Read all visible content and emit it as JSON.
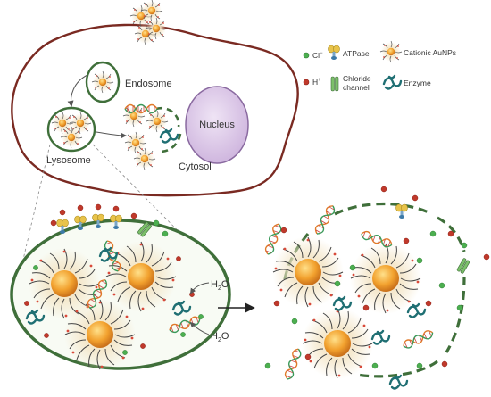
{
  "labels": {
    "endosome": "Endosome",
    "lysosome": "Lysosome",
    "nucleus": "Nucleus",
    "cytosol": "Cytosol",
    "h2o_top": "H",
    "h2o_sub": "2",
    "h2o_o": "O"
  },
  "legend": {
    "chloride_ion": "Cl",
    "chloride_ion_sup": "−",
    "proton": "H",
    "proton_sup": "+",
    "atpase": "ATPase",
    "chloride_channel_1": "Chloride",
    "chloride_channel_2": "channel",
    "cationic_aunps": "Cationic AuNPs",
    "enzyme": "Enzyme"
  },
  "colors": {
    "cell_membrane": "#7a2a22",
    "vesicle_membrane": "#3f6f3a",
    "nucleus_fill": "#d9c6e6",
    "nucleus_stroke": "#8a6aa0",
    "gold_core": "#f2a12e",
    "chloride_dot": "#4caf50",
    "proton_dot": "#c0392b",
    "enzyme": "#1f6f73",
    "atpase": "#e8c34a"
  }
}
